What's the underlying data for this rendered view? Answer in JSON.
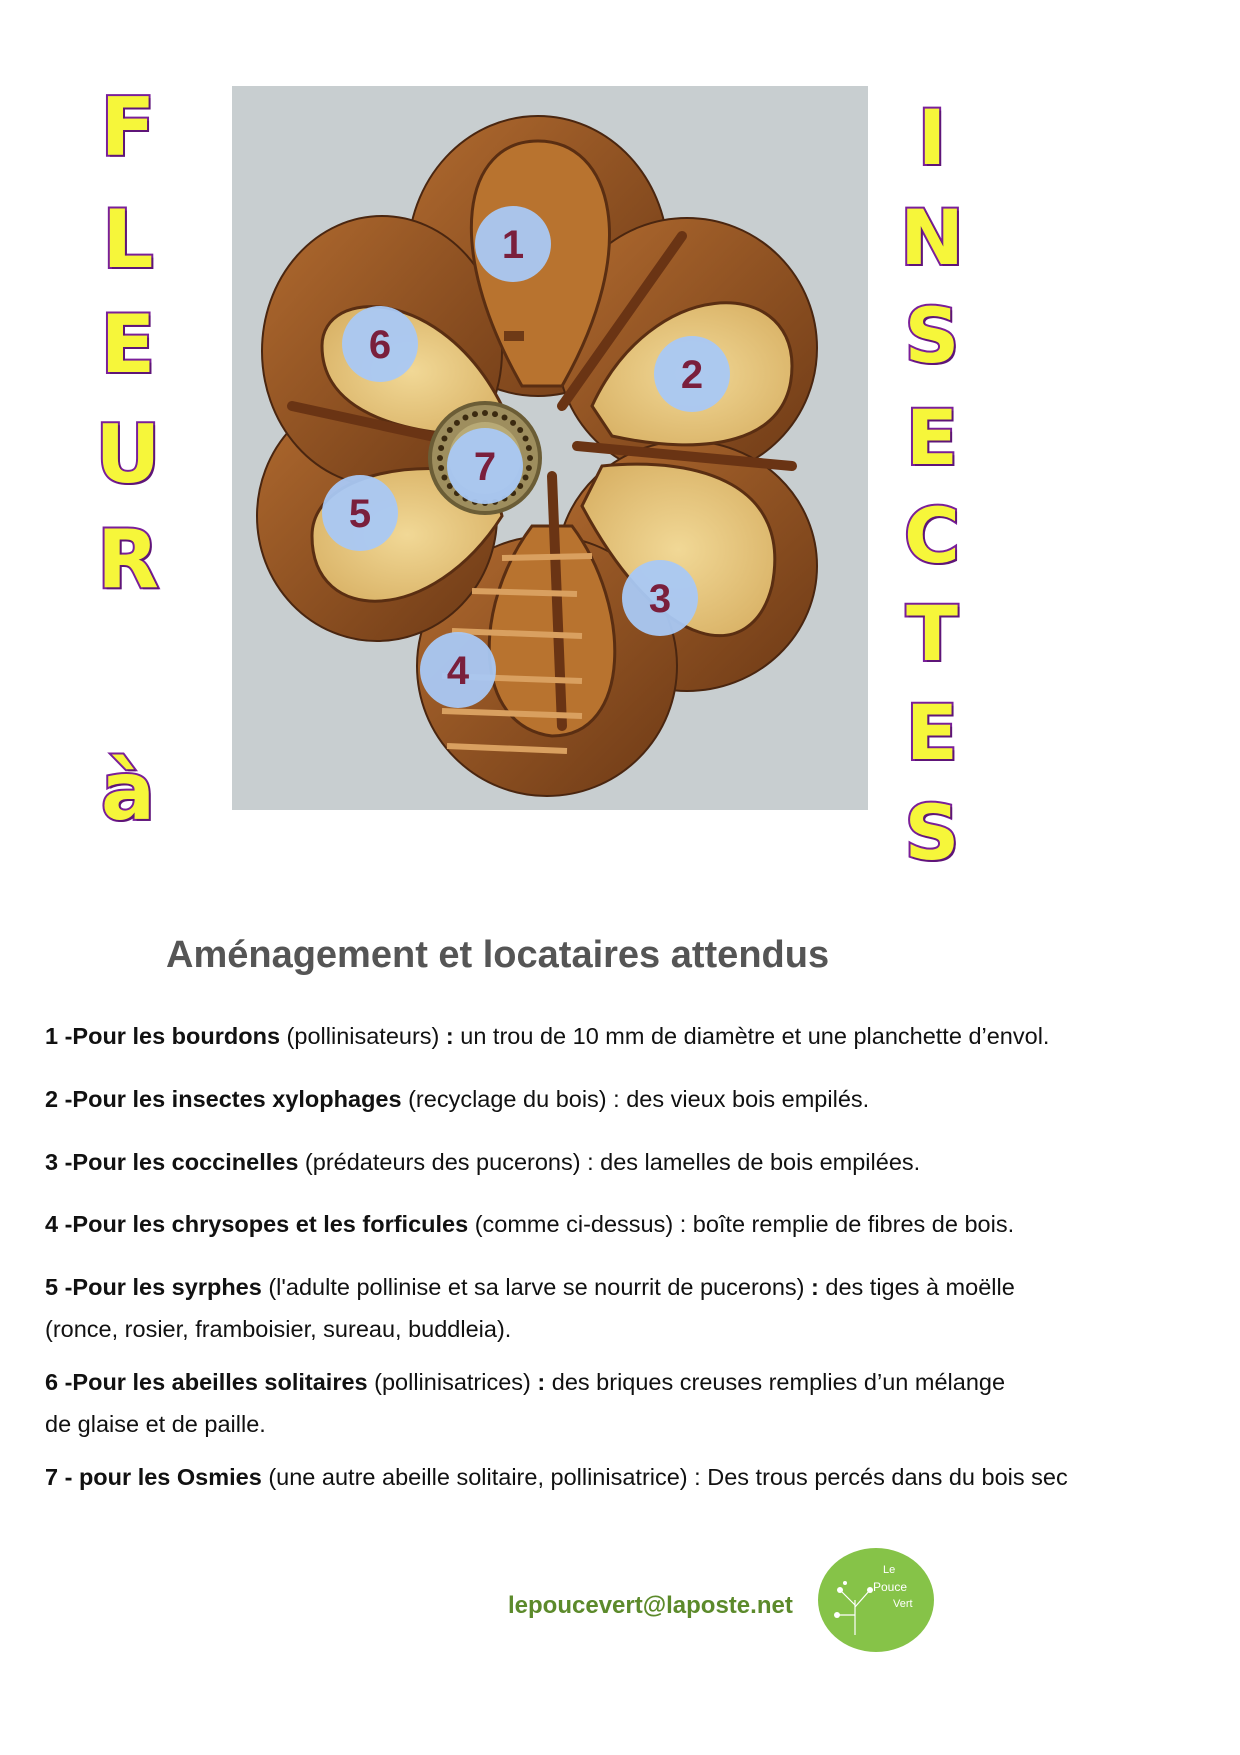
{
  "title_left": [
    "F",
    "L",
    "E",
    "U",
    "R",
    "à"
  ],
  "title_right": [
    "I",
    "N",
    "S",
    "E",
    "C",
    "T",
    "E",
    "S"
  ],
  "colors": {
    "title_fill": "#f6f63a",
    "title_stroke": "#7a1f9a",
    "number_circle": "#a9c8f4",
    "number_text": "#7a1f3c",
    "wood": "#8a4f22",
    "straw": "#e8c77a",
    "email": "#5c8a2b",
    "logo": "#86c348"
  },
  "diagram": {
    "compartments": [
      {
        "number": "1"
      },
      {
        "number": "2"
      },
      {
        "number": "3"
      },
      {
        "number": "4"
      },
      {
        "number": "5"
      },
      {
        "number": "6"
      },
      {
        "number": "7"
      }
    ]
  },
  "heading": "Aménagement et locataires attendus",
  "items": [
    {
      "lines": [
        [
          {
            "b": "1 -Pour les bourdons"
          },
          {
            "t": " (pollinisateurs) "
          },
          {
            "b": ":"
          },
          {
            "t": " un trou de 10 mm de diamètre et une planchette d’envol."
          }
        ]
      ]
    },
    {
      "lines": [
        [
          {
            "b": "2 -Pour les insectes xylophages"
          },
          {
            "t": " (recyclage du bois) : des vieux bois empilés."
          }
        ]
      ]
    },
    {
      "lines": [
        [
          {
            "b": "3 -Pour les coccinelles"
          },
          {
            "t": " (prédateurs des pucerons) : des lamelles de bois empilées."
          }
        ]
      ]
    },
    {
      "lines": [
        [
          {
            "b": "4 -Pour les chrysopes et les forficules"
          },
          {
            "t": " (comme ci-dessus) : boîte remplie de fibres de bois."
          }
        ]
      ]
    },
    {
      "lines": [
        [
          {
            "b": "5 -Pour les syrphes"
          },
          {
            "t": " (l'adulte pollinise et sa larve se nourrit de pucerons) "
          },
          {
            "b": ":"
          },
          {
            "t": " des tiges à moëlle"
          }
        ],
        [
          {
            "t": "(ronce, rosier, framboisier, sureau, buddleia)."
          }
        ]
      ]
    },
    {
      "lines": [
        [
          {
            "b": "6 -Pour les abeilles solitaires"
          },
          {
            "t": " (pollinisatrices) "
          },
          {
            "b": ":"
          },
          {
            "t": " des briques creuses remplies d’un mélange"
          }
        ],
        [
          {
            "t": "de glaise et de paille."
          }
        ]
      ]
    },
    {
      "lines": [
        [
          {
            "b": "7 - pour les Osmies"
          },
          {
            "t": " (une autre abeille solitaire, pollinisatrice) : Des trous percés dans du bois sec"
          }
        ]
      ]
    }
  ],
  "email": "lepoucevert@laposte.net",
  "logo_text": [
    "Le",
    "Pouce",
    "Vert"
  ]
}
